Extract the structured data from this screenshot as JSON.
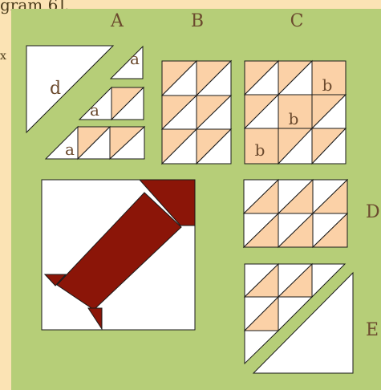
{
  "caption": "gram 6].",
  "edge_mark": "x",
  "colors": {
    "background_green": "#b6ce78",
    "peach": "#fbd1a7",
    "white": "#ffffff",
    "maroon": "#8b1508",
    "label_text": "#6b4a2e",
    "outline": "#1a1a1a"
  },
  "column_labels": {
    "a": "A",
    "b": "B",
    "c": "C"
  },
  "row_labels": {
    "d": "D",
    "e": "E"
  },
  "piece_labels": {
    "big_triangle": "d",
    "small_top": "a",
    "mid_row": "a",
    "bottom_row": "a",
    "c_row1": "b",
    "c_row2": "b",
    "c_row3": "b"
  }
}
